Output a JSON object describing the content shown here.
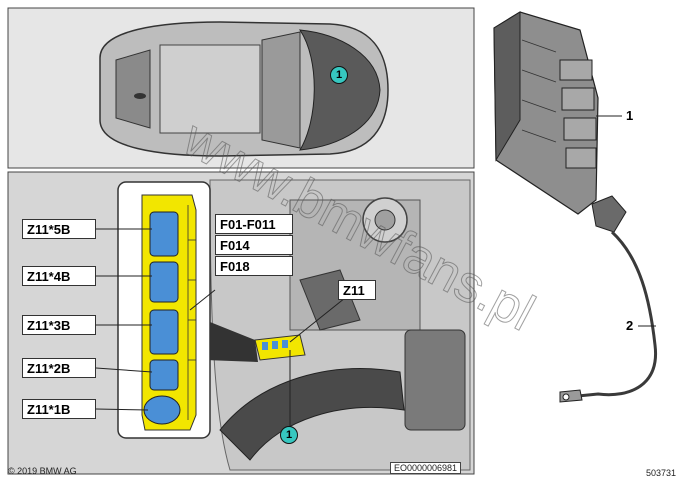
{
  "callouts": {
    "part_1": "1",
    "part_2": "2",
    "location_top": "1",
    "location_bottom": "1"
  },
  "connector_labels": [
    "Z11*5B",
    "Z11*4B",
    "Z11*3B",
    "Z11*2B",
    "Z11*1B"
  ],
  "fuse_labels": [
    "F01-F011",
    "F014",
    "F018"
  ],
  "module_label": "Z11",
  "footer": {
    "copyright": "© 2019 BMW AG",
    "image_code": "EO0000006981",
    "ref_number": "503731"
  },
  "watermark": "www.bmwfans.pl",
  "colors": {
    "callout_fill": "#36c7c0",
    "fuse_box_yellow": "#f2e600",
    "connector_blue": "#4a8fd6",
    "panel_gray": "#dcdcdc"
  }
}
